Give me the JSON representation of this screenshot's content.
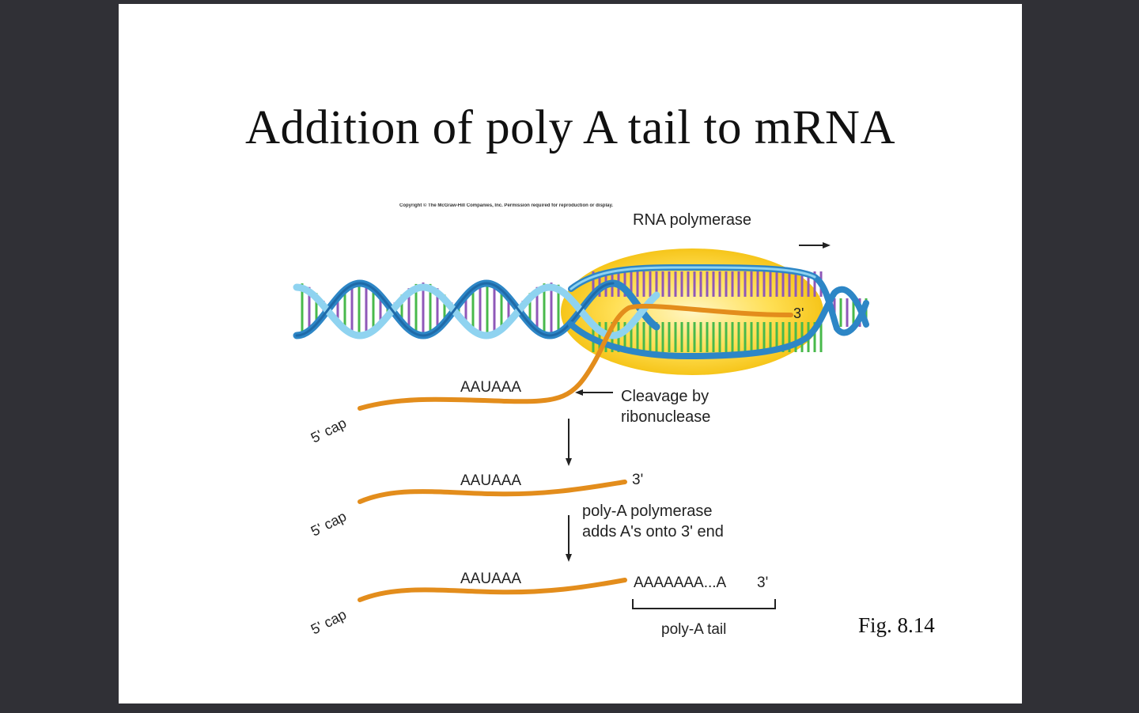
{
  "slide": {
    "title": "Addition of poly A tail to mRNA",
    "copyright": "Copyright © The McGraw-Hill Companies, Inc. Permission required for reproduction or display.",
    "figure_label": "Fig. 8.14"
  },
  "diagram": {
    "labels": {
      "rna_polymerase": "RNA polymerase",
      "three_prime": "3'",
      "five_cap": "5' cap",
      "signal": "AAUAAA",
      "cleavage_line1": "Cleavage by",
      "cleavage_line2": "ribonuclease",
      "polya_pol_line1": "poly-A polymerase",
      "polya_pol_line2": "adds A's onto 3' end",
      "tail_sequence": "AAAAAAA...A",
      "poly_a_tail": "poly-A tail"
    },
    "colors": {
      "rna_strand": "#e38d1c",
      "dna_backbone": "#2d86c6",
      "dna_backbone_light": "#8fd3f0",
      "polymerase": "#ffd028",
      "base_green": "#48b94b",
      "base_purple": "#8f58b8"
    }
  }
}
